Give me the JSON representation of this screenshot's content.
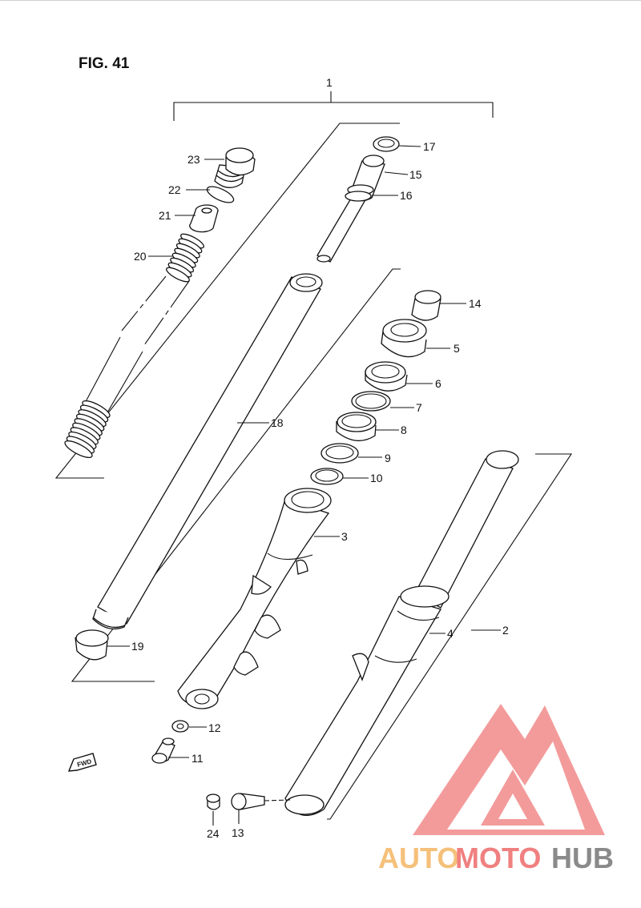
{
  "figure": {
    "title": "FIG. 41"
  },
  "callouts": [
    {
      "id": "1",
      "text": "1"
    },
    {
      "id": "2",
      "text": "2"
    },
    {
      "id": "3",
      "text": "3"
    },
    {
      "id": "4",
      "text": "4"
    },
    {
      "id": "5",
      "text": "5"
    },
    {
      "id": "6",
      "text": "6"
    },
    {
      "id": "7",
      "text": "7"
    },
    {
      "id": "8",
      "text": "8"
    },
    {
      "id": "9",
      "text": "9"
    },
    {
      "id": "10",
      "text": "10"
    },
    {
      "id": "11",
      "text": "11"
    },
    {
      "id": "12",
      "text": "12"
    },
    {
      "id": "13",
      "text": "13"
    },
    {
      "id": "14",
      "text": "14"
    },
    {
      "id": "15",
      "text": "15"
    },
    {
      "id": "16",
      "text": "16"
    },
    {
      "id": "17",
      "text": "17"
    },
    {
      "id": "18",
      "text": "18"
    },
    {
      "id": "19",
      "text": "19"
    },
    {
      "id": "20",
      "text": "20"
    },
    {
      "id": "21",
      "text": "21"
    },
    {
      "id": "22",
      "text": "22"
    },
    {
      "id": "23",
      "text": "23"
    },
    {
      "id": "24",
      "text": "24"
    }
  ],
  "fwd_marker": "FWD",
  "watermark": {
    "part1": "AUTO",
    "part2": "MOTO",
    "part3": "HUB",
    "color_auto": "#f5c07a",
    "color_moto": "#f08080",
    "color_hub": "#8a8a8a",
    "logo_color": "#f28a8a"
  }
}
